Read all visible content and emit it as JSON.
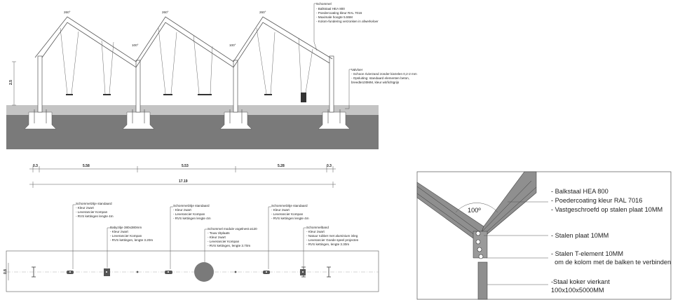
{
  "elevation": {
    "apex_angle_1": "260°",
    "apex_angle_2": "260°",
    "apex_angle_3": "260°",
    "valley_angle_1": "100°",
    "valley_angle_2": "100°",
    "height_label": "2.5",
    "note_schommel": {
      "title": "Schommel",
      "lines": [
        "- Balkstaal HEA 800",
        "- Poedercoating kleur RAL 7016",
        "- Maximale hoogte 5.55M",
        "- Kolom-fundering verzonken in afwerkvloer"
      ]
    },
    "note_valvloer": {
      "title": "Valvloer",
      "lines": [
        "- Schoon rivierzand zonder kiezelen 0,2-2 mm",
        "- Opsluiting: standaard elementen beton,",
        "  breedte100MM, kleur wit/lichtgrijs"
      ]
    }
  },
  "plan": {
    "dims": [
      "0.3",
      "5.58",
      "5.53",
      "5.28",
      "0.3"
    ],
    "total": "17.19",
    "depth": "0.8",
    "notes": [
      {
        "id": "zitje1",
        "title": "Schommelzitje standaard",
        "lines": [
          "- Kleur zwart",
          "- Leverancier Kompan",
          "- RVS kettingen lengte 4m"
        ]
      },
      {
        "id": "baby",
        "title": "Babyzitje 380x380mm",
        "lines": [
          "- Kleur zwart",
          "- Leverancier Kompan",
          "- RVS kettingen, lengte 3.20m"
        ]
      },
      {
        "id": "zitje2",
        "title": "Schommelzitje standaard",
        "lines": [
          "- Kleur zwart",
          "- Leverancier Kompan",
          "- RVS kettingen lengte 4m"
        ]
      },
      {
        "id": "nest",
        "title": "Schommel module vogelnest ø120",
        "lines": [
          "- Touw zitplaats",
          "- Kleur zwart",
          "- Leverancier Kompan",
          "- RVS kettingen, lengte 3.70m"
        ]
      },
      {
        "id": "zitje3",
        "title": "Schommelzitje standaard",
        "lines": [
          "- Kleur zwart",
          "- Leverancier Kompan",
          "- RVS kettingen lengte 4m"
        ]
      },
      {
        "id": "band",
        "title": "Schommelband",
        "lines": [
          "- Kleur zwart",
          "- Natuur rubber met aluminium inleg",
          "- Leverancier Goede speel projecten",
          "- RVS kettingen, lengte 3.30m"
        ]
      }
    ]
  },
  "detail": {
    "angle": "100º",
    "labels": [
      "- Balkstaal HEA 800",
      "- Poedercoating kleur RAL 7016",
      "- Vastgeschroefd op stalen plaat 10MM",
      "- Stalen plaat 10MM",
      "- Stalen T-element 10MM",
      "  om de kolom met de balken te verbinden",
      "-Staal koker vierkant",
      "100x100x5000MM"
    ]
  }
}
